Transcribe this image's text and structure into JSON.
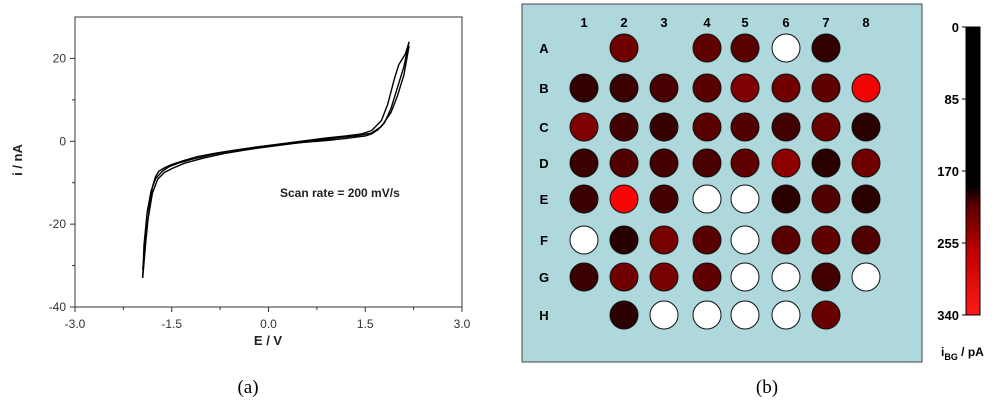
{
  "chart_data": [
    {
      "type": "line",
      "panel_label": "(a)",
      "xlabel": "E / V",
      "ylabel": "i / nA",
      "annotation": "Scan rate = 200 mV/s",
      "xlim": [
        -3.0,
        3.0
      ],
      "ylim": [
        -40,
        30
      ],
      "x_ticks": [
        -3.0,
        -1.5,
        0.0,
        1.5,
        3.0
      ],
      "x_tick_labels": [
        "-3.0",
        "-1.5",
        "0.0",
        "1.5",
        "3.0"
      ],
      "y_ticks": [
        -40,
        -20,
        0,
        20
      ],
      "y_tick_labels": [
        "-40",
        "-20",
        "0",
        "20"
      ],
      "grid": false,
      "series": [
        {
          "color": "#000000",
          "x": [
            -1.95,
            -1.9,
            -1.85,
            -1.8,
            -1.75,
            -1.7,
            -1.6,
            -1.5,
            -1.3,
            -1.1,
            -0.8,
            -0.5,
            -0.2,
            0.0,
            0.3,
            0.6,
            0.9,
            1.2,
            1.45,
            1.6,
            1.75,
            1.85,
            1.95,
            2.02,
            2.08,
            2.12,
            2.15,
            2.18
          ],
          "y": [
            -33,
            -24,
            -16,
            -11,
            -8.5,
            -7.2,
            -6.3,
            -5.6,
            -4.6,
            -3.7,
            -2.8,
            -2.1,
            -1.4,
            -1.0,
            -0.4,
            0.2,
            0.8,
            1.3,
            1.8,
            2.6,
            5,
            9,
            15,
            18.5,
            20,
            21,
            22.5,
            24
          ]
        },
        {
          "color": "#000000",
          "x": [
            2.18,
            2.1,
            2.0,
            1.9,
            1.8,
            1.7,
            1.6,
            1.5,
            1.2,
            0.9,
            0.6,
            0.3,
            0.0,
            -0.3,
            -0.6,
            -0.9,
            -1.2,
            -1.4,
            -1.55,
            -1.65,
            -1.75,
            -1.82,
            -1.88,
            -1.93,
            -1.95
          ],
          "y": [
            24,
            18,
            13,
            8,
            4.5,
            2.8,
            1.8,
            1.3,
            0.7,
            0.2,
            -0.2,
            -0.6,
            -1.1,
            -1.7,
            -2.4,
            -3.3,
            -4.4,
            -5.3,
            -6.2,
            -7.3,
            -9,
            -12,
            -17,
            -25,
            -33
          ]
        },
        {
          "color": "#000000",
          "x": [
            -1.95,
            -1.88,
            -1.8,
            -1.72,
            -1.62,
            -1.5,
            -1.3,
            -1.0,
            -0.7,
            -0.4,
            -0.1,
            0.2,
            0.5,
            0.8,
            1.1,
            1.4,
            1.6,
            1.75,
            1.9,
            2.0,
            2.1,
            2.18
          ],
          "y": [
            -31,
            -20,
            -12.5,
            -9.2,
            -7.6,
            -6.6,
            -5.3,
            -4.0,
            -3.0,
            -2.2,
            -1.5,
            -0.9,
            -0.3,
            0.3,
            0.9,
            1.4,
            2.0,
            3.6,
            7,
            11,
            16,
            23
          ]
        }
      ]
    },
    {
      "type": "heatmap",
      "panel_label": "(b)",
      "columns": [
        "1",
        "2",
        "3",
        "4",
        "5",
        "6",
        "7",
        "8"
      ],
      "rows": [
        "A",
        "B",
        "C",
        "D",
        "E",
        "F",
        "G",
        "H"
      ],
      "cells": [
        [
          null,
          120,
          null,
          100,
          90,
          0,
          40,
          null
        ],
        [
          40,
          50,
          70,
          90,
          140,
          120,
          100,
          290
        ],
        [
          140,
          60,
          45,
          90,
          80,
          60,
          110,
          30
        ],
        [
          50,
          80,
          60,
          70,
          100,
          160,
          30,
          120
        ],
        [
          50,
          300,
          60,
          0,
          0,
          30,
          80,
          30
        ],
        [
          0,
          25,
          130,
          90,
          0,
          90,
          100,
          80
        ],
        [
          50,
          120,
          130,
          100,
          0,
          0,
          60,
          0
        ],
        [
          null,
          30,
          0,
          0,
          0,
          0,
          110,
          null
        ]
      ],
      "colorbar": {
        "label": "i",
        "label_subscript": "BG",
        "label_unit": " / pA",
        "ticks": [
          0,
          85,
          170,
          255,
          340
        ],
        "tick_labels": [
          "0",
          "85",
          "170",
          "255",
          "340"
        ],
        "range": [
          0,
          340
        ]
      },
      "colors": {
        "plate_background": "#aed8dc",
        "empty_well": "#ffffff"
      }
    }
  ]
}
